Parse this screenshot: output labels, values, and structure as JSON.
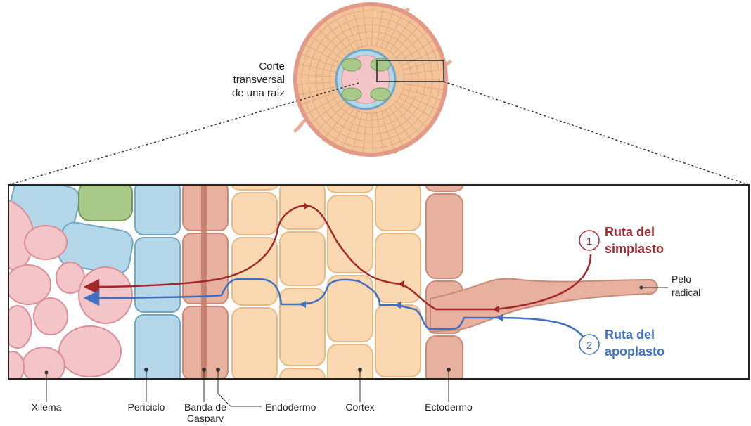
{
  "top": {
    "caption": [
      "Corte",
      "transversal",
      "de una raíz"
    ]
  },
  "routes": {
    "symplast": {
      "number": "1",
      "line1": "Ruta del",
      "line2": "simplasto",
      "color": "#a3282c"
    },
    "apoplast": {
      "number": "2",
      "line1": "Ruta del",
      "line2": "apoplasto",
      "color": "#3f6fbe"
    }
  },
  "root_hair": {
    "line1": "Pelo",
    "line2": "radical"
  },
  "bottom_labels": {
    "xilema": "Xilema",
    "periciclo": "Periciclo",
    "banda_line1": "Banda de",
    "banda_line2": "Caspary",
    "endodermo": "Endodermo",
    "cortex": "Cortex",
    "ectodermo": "Ectodermo"
  },
  "colors": {
    "xylem": "#f4c5c8",
    "xylem_stroke": "#d98f95",
    "pericycle": "#b3d7e8",
    "pericycle_stroke": "#6fa7c5",
    "endodermis": "#e8b09f",
    "endodermis_stroke": "#c98a78",
    "cortex": "#f9d8b2",
    "cortex_stroke": "#e6b985",
    "phloem": "#a9c98a",
    "phloem_stroke": "#6f9a55",
    "casparian": "#c07b68"
  }
}
